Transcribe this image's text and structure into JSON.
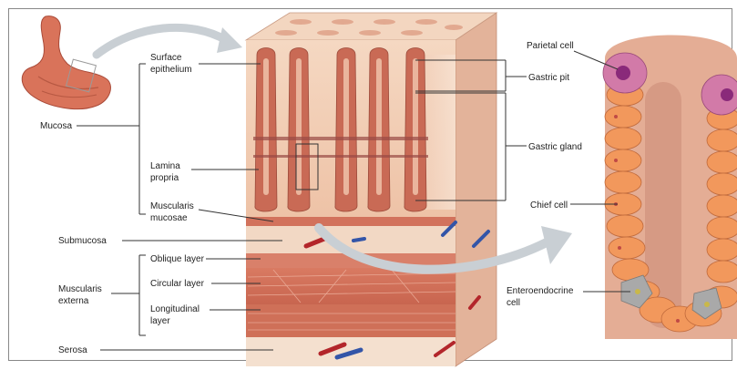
{
  "labels": {
    "surface_epithelium_1": "Surface",
    "surface_epithelium_2": "epithelium",
    "mucosa": "Mucosa",
    "lamina_propria_1": "Lamina",
    "lamina_propria_2": "propria",
    "muscularis_mucosae_1": "Muscularis",
    "muscularis_mucosae_2": "mucosae",
    "submucosa": "Submucosa",
    "oblique_layer": "Oblique layer",
    "muscularis_externa_1": "Muscularis",
    "muscularis_externa_2": "externa",
    "circular_layer": "Circular layer",
    "longitudinal_layer_1": "Longitudinal",
    "longitudinal_layer_2": "layer",
    "serosa": "Serosa",
    "parietal_cell": "Parietal cell",
    "gastric_pit": "Gastric pit",
    "gastric_gland": "Gastric gland",
    "chief_cell": "Chief cell",
    "enteroendocrine_cell_1": "Enteroendocrine",
    "enteroendocrine_cell_2": "cell"
  },
  "colors": {
    "stomach": "#d9735a",
    "mucosa_top": "#f0cdb3",
    "gland": "#c96a55",
    "muscle": "#d9806a",
    "submucosa": "#f2d8c4",
    "serosa": "#f4e0cf",
    "parietal": "#b8569a",
    "chief": "#f2985c",
    "enteroendocrine": "#a9a9a9",
    "arrow": "#c9cfd4"
  }
}
